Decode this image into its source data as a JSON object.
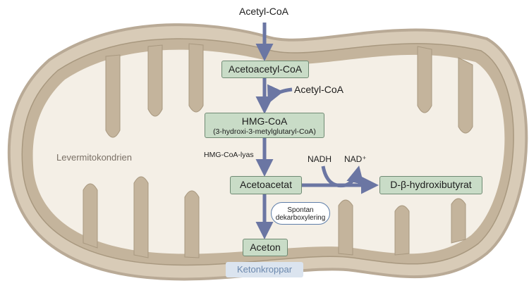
{
  "colors": {
    "membrane_outer": "#b9aa96",
    "membrane_fill": "#d8cbb7",
    "matrix": "#f4efe6",
    "box_fill": "#c9dcc7",
    "box_border": "#6f8a73",
    "arrow": "#6b76a3",
    "tag_fill": "#dbe4ef",
    "tag_text": "#6b88ad"
  },
  "organelle_label": "Levermitokondrien",
  "inputs": {
    "top_substrate": "Acetyl-CoA",
    "side_substrate": "Acetyl-CoA"
  },
  "nodes": {
    "acetoacetyl_coa": "Acetoacetyl-CoA",
    "hmg_coa": "HMG-CoA",
    "hmg_coa_full": "(3-hydroxi-3-metylglutaryl-CoA)",
    "acetoacetat": "Acetoacetat",
    "hydroxibutyrat": "D-β-hydroxibutyrat",
    "aceton": "Aceton"
  },
  "enzyme": "HMG-CoA-lyas",
  "cofactors": {
    "nadh": "NADH",
    "nad": "NAD⁺"
  },
  "process_note": {
    "line1": "Spontan",
    "line2": "dekarboxylering"
  },
  "footer_tag": "Ketonkroppar"
}
